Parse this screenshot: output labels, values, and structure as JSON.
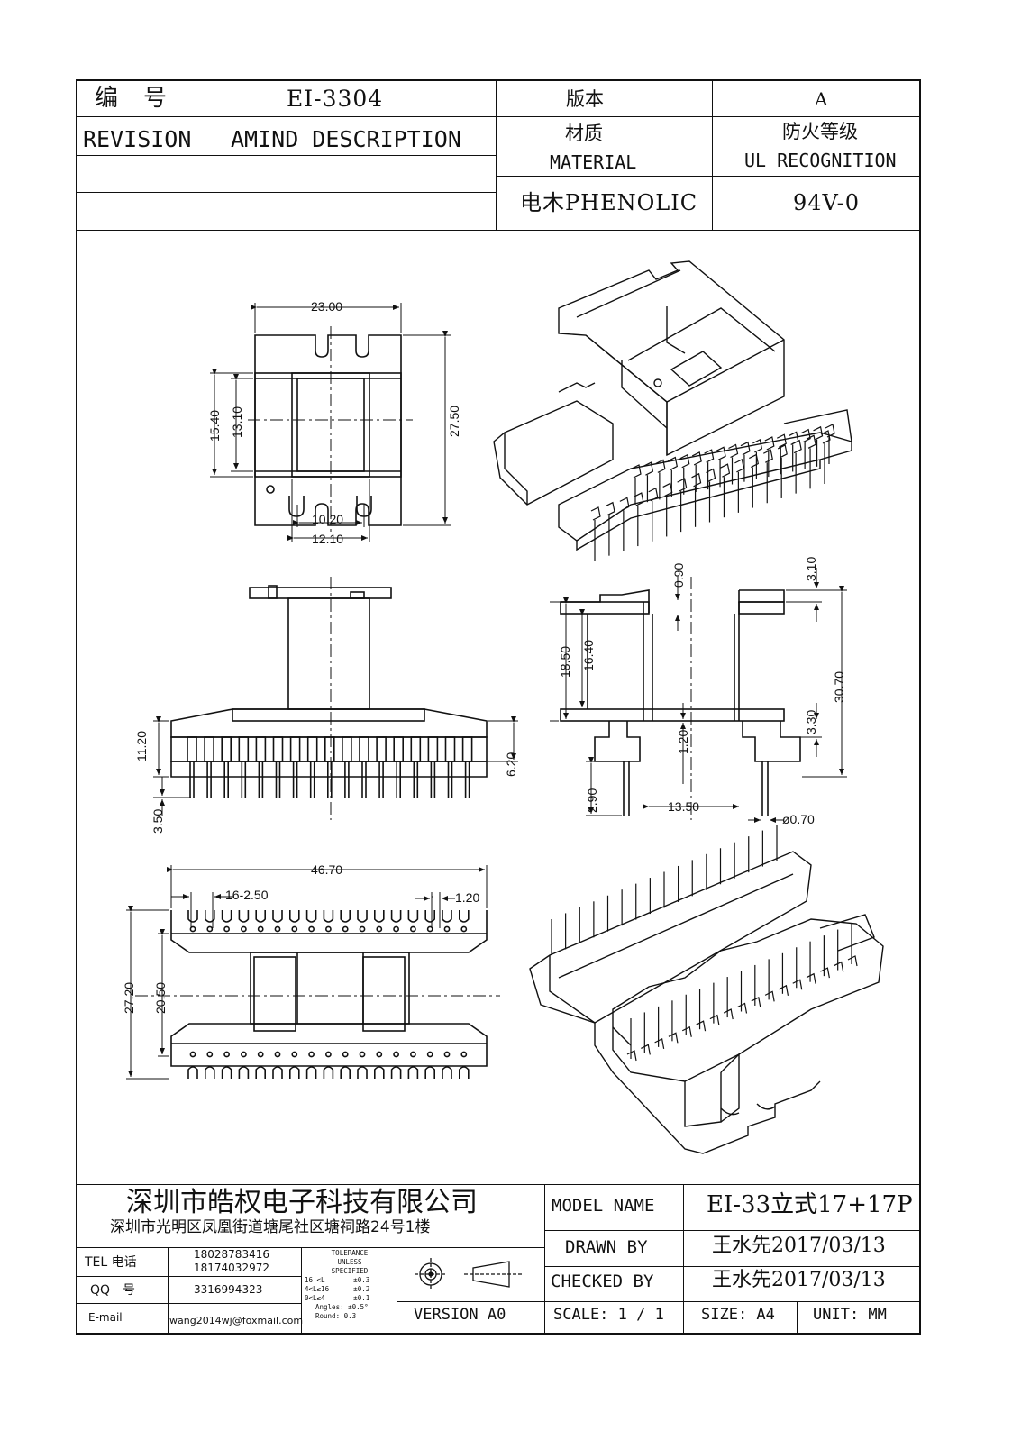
{
  "header": {
    "number_label": "编　号",
    "part_number": "EI-3304",
    "version_label": "版本",
    "version_value": "A",
    "revision_label": "REVISION",
    "description_label": "AMIND DESCRIPTION",
    "material_cn": "材质",
    "material_en": "MATERIAL",
    "fire_cn": "防火等级",
    "fire_en": "UL RECOGNITION",
    "material_value": "电木PHENOLIC",
    "fire_value": "94V-0"
  },
  "dimensions": {
    "top_view": {
      "width": "23.00",
      "height": "27.50",
      "outer": "15.40",
      "inner": "13.10",
      "slot_a": "10.20",
      "slot_b": "12.10"
    },
    "side_view": {
      "h1": "11.20",
      "h2": "6.20",
      "h3": "3.50"
    },
    "end_view": {
      "top_gap": "0.90",
      "flange": "3.10",
      "h_outer": "18.50",
      "h_inner": "16.40",
      "total": "30.70",
      "base": "3.30",
      "wall": "1.20",
      "pin_len": "2.90",
      "span": "13.50",
      "pin_dia": "ø0.70"
    },
    "bottom_view": {
      "length": "46.70",
      "pitch": "16-2.50",
      "gap": "1.20",
      "depth": "27.20",
      "inner": "20.50"
    }
  },
  "title_block": {
    "company_name": "深圳市皓权电子科技有限公司",
    "company_address": "深圳市光明区凤凰街道塘尾社区塘祠路24号1楼",
    "tel_label": "TEL 电话",
    "tel_1": "18028783416",
    "tel_2": "18174032972",
    "qq_label": "QQ　号",
    "qq_value": "3316994323",
    "email_label": "E-mail",
    "email_value": "wang2014wj@foxmail.com",
    "tolerance_lines": [
      "TOLERANCE",
      "UNLESS",
      "SPECIFIED",
      "16 <L       ±0.3",
      "4<L≤16      ±0.2",
      "0<L≤4       ±0.1",
      "Angles: ±0.5°",
      "Round: 0.3"
    ],
    "version": "VERSION A0",
    "model_name_label": "MODEL NAME",
    "model_name_value": "EI-33立式17+17P",
    "drawn_by_label": "DRAWN BY",
    "drawn_by_value": "王水先2017/03/13",
    "checked_by_label": "CHECKED BY",
    "checked_by_value": "王水先2017/03/13",
    "scale_label": "SCALE: 1 / 1",
    "size_label": "SIZE: A4",
    "unit_label": "UNIT: MM"
  }
}
